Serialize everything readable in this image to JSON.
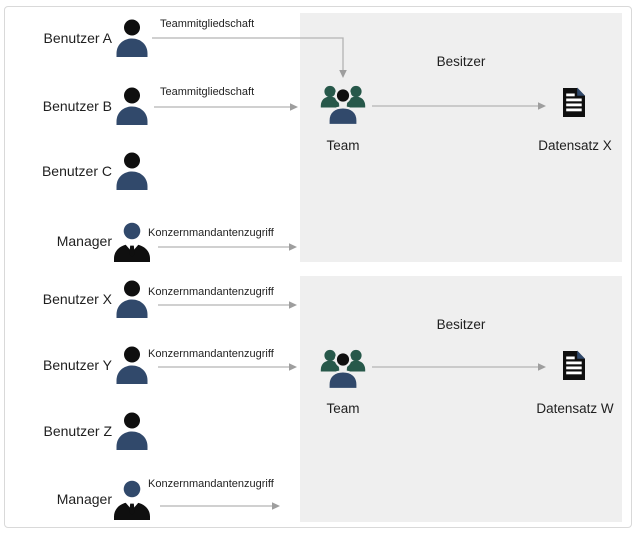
{
  "diagram": {
    "colors": {
      "navy": "#31496b",
      "teal": "#27584a",
      "icon_black": "#0f0f0f",
      "box_bg": "#efefef",
      "frame_border": "#d9d9d9",
      "arrow_line": "#b3b3b3",
      "arrow_head": "#9e9e9e",
      "text": "#1f1f1f"
    },
    "users": [
      {
        "label": "Benutzer A",
        "icon": "person-icon",
        "relation": "Teammitgliedschaft"
      },
      {
        "label": "Benutzer B",
        "icon": "person-icon",
        "relation": "Teammitgliedschaft"
      },
      {
        "label": "Benutzer C",
        "icon": "person-icon",
        "relation": ""
      },
      {
        "label": "Manager",
        "icon": "manager-icon",
        "relation": "Konzernmandantenzugriff"
      },
      {
        "label": "Benutzer X",
        "icon": "person-icon",
        "relation": "Konzernmandantenzugriff"
      },
      {
        "label": "Benutzer Y",
        "icon": "person-icon",
        "relation": "Konzernmandantenzugriff"
      },
      {
        "label": "Benutzer Z",
        "icon": "person-icon",
        "relation": ""
      },
      {
        "label": "Manager",
        "icon": "manager-icon",
        "relation": "Konzernmandantenzugriff"
      }
    ],
    "groups": [
      {
        "owner_label": "Besitzer",
        "team_label": "Team",
        "record_label": "Datensatz X"
      },
      {
        "owner_label": "Besitzer",
        "team_label": "Team",
        "record_label": "Datensatz W"
      }
    ]
  }
}
